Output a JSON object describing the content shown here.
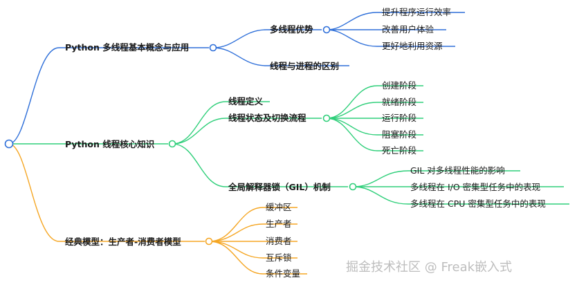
{
  "colors": {
    "branch1": "#2e6fd9",
    "branch2": "#2fcf7a",
    "branch3": "#f5a623",
    "root": "#2e6fd9",
    "text": "#1a1a1a",
    "watermark": "#bdbdbd"
  },
  "branch1": {
    "label": "Python 多线程基本概念与应用",
    "advantages": {
      "label": "多线程优势",
      "items": [
        "提升程序运行效率",
        "改善用户体验",
        "更好地利用资源"
      ]
    },
    "difference": "线程与进程的区别"
  },
  "branch2": {
    "label": "Python 线程核心知识",
    "definition": "线程定义",
    "states": {
      "label": "线程状态及切换流程",
      "items": [
        "创建阶段",
        "就绪阶段",
        "运行阶段",
        "阻塞阶段",
        "死亡阶段"
      ]
    },
    "gil": {
      "label": "全局解释器锁（GIL）机制",
      "items": [
        "GIL 对多线程性能的影响",
        "多线程在 I/O 密集型任务中的表现",
        "多线程在 CPU 密集型任务中的表现"
      ]
    }
  },
  "branch3": {
    "label": "经典模型：生产者-消费者模型",
    "items": [
      "缓冲区",
      "生产者",
      "消费者",
      "互斥锁",
      "条件变量"
    ]
  },
  "watermark": "掘金技术社区 @ Freak嵌入式"
}
